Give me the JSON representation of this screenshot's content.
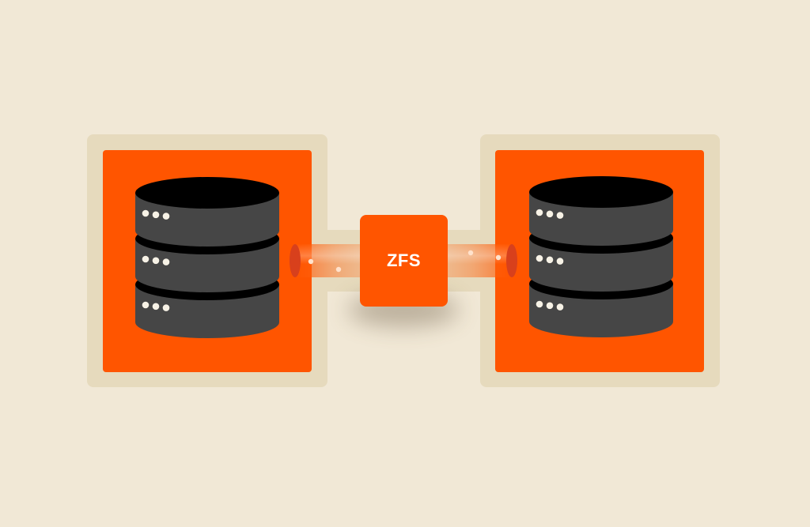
{
  "center_label": "ZFS",
  "colors": {
    "background": "#f1e8d6",
    "frame": "#e6dabd",
    "accent": "#ff5500",
    "disk_dark": "#464646",
    "disk_top": "#000000",
    "led": "#f7f2e6"
  },
  "disks": {
    "stack_count": 3,
    "leds_per_disk": 3
  }
}
